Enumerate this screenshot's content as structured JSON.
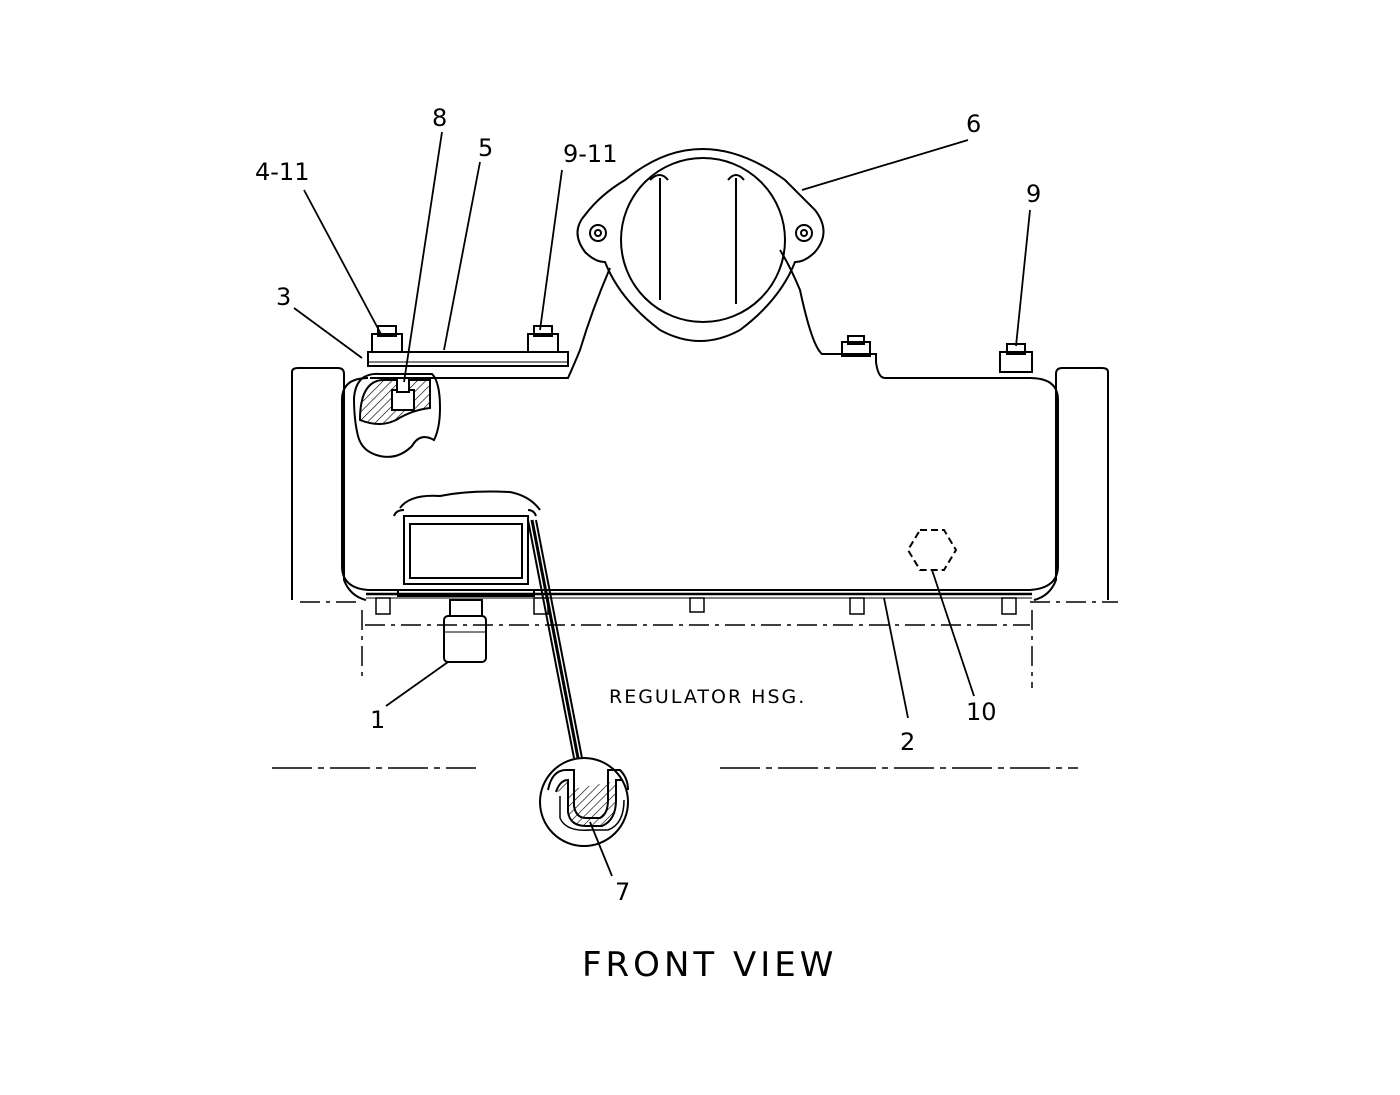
{
  "diagram": {
    "title": "FRONT VIEW",
    "note": "REGULATOR HSG.",
    "callouts": {
      "c1": "1",
      "c2": "2",
      "c3": "3",
      "c4_11": "4-11",
      "c5": "5",
      "c6": "6",
      "c7": "7",
      "c8": "8",
      "c9_11": "9-11",
      "c9": "9",
      "c10": "10"
    }
  }
}
